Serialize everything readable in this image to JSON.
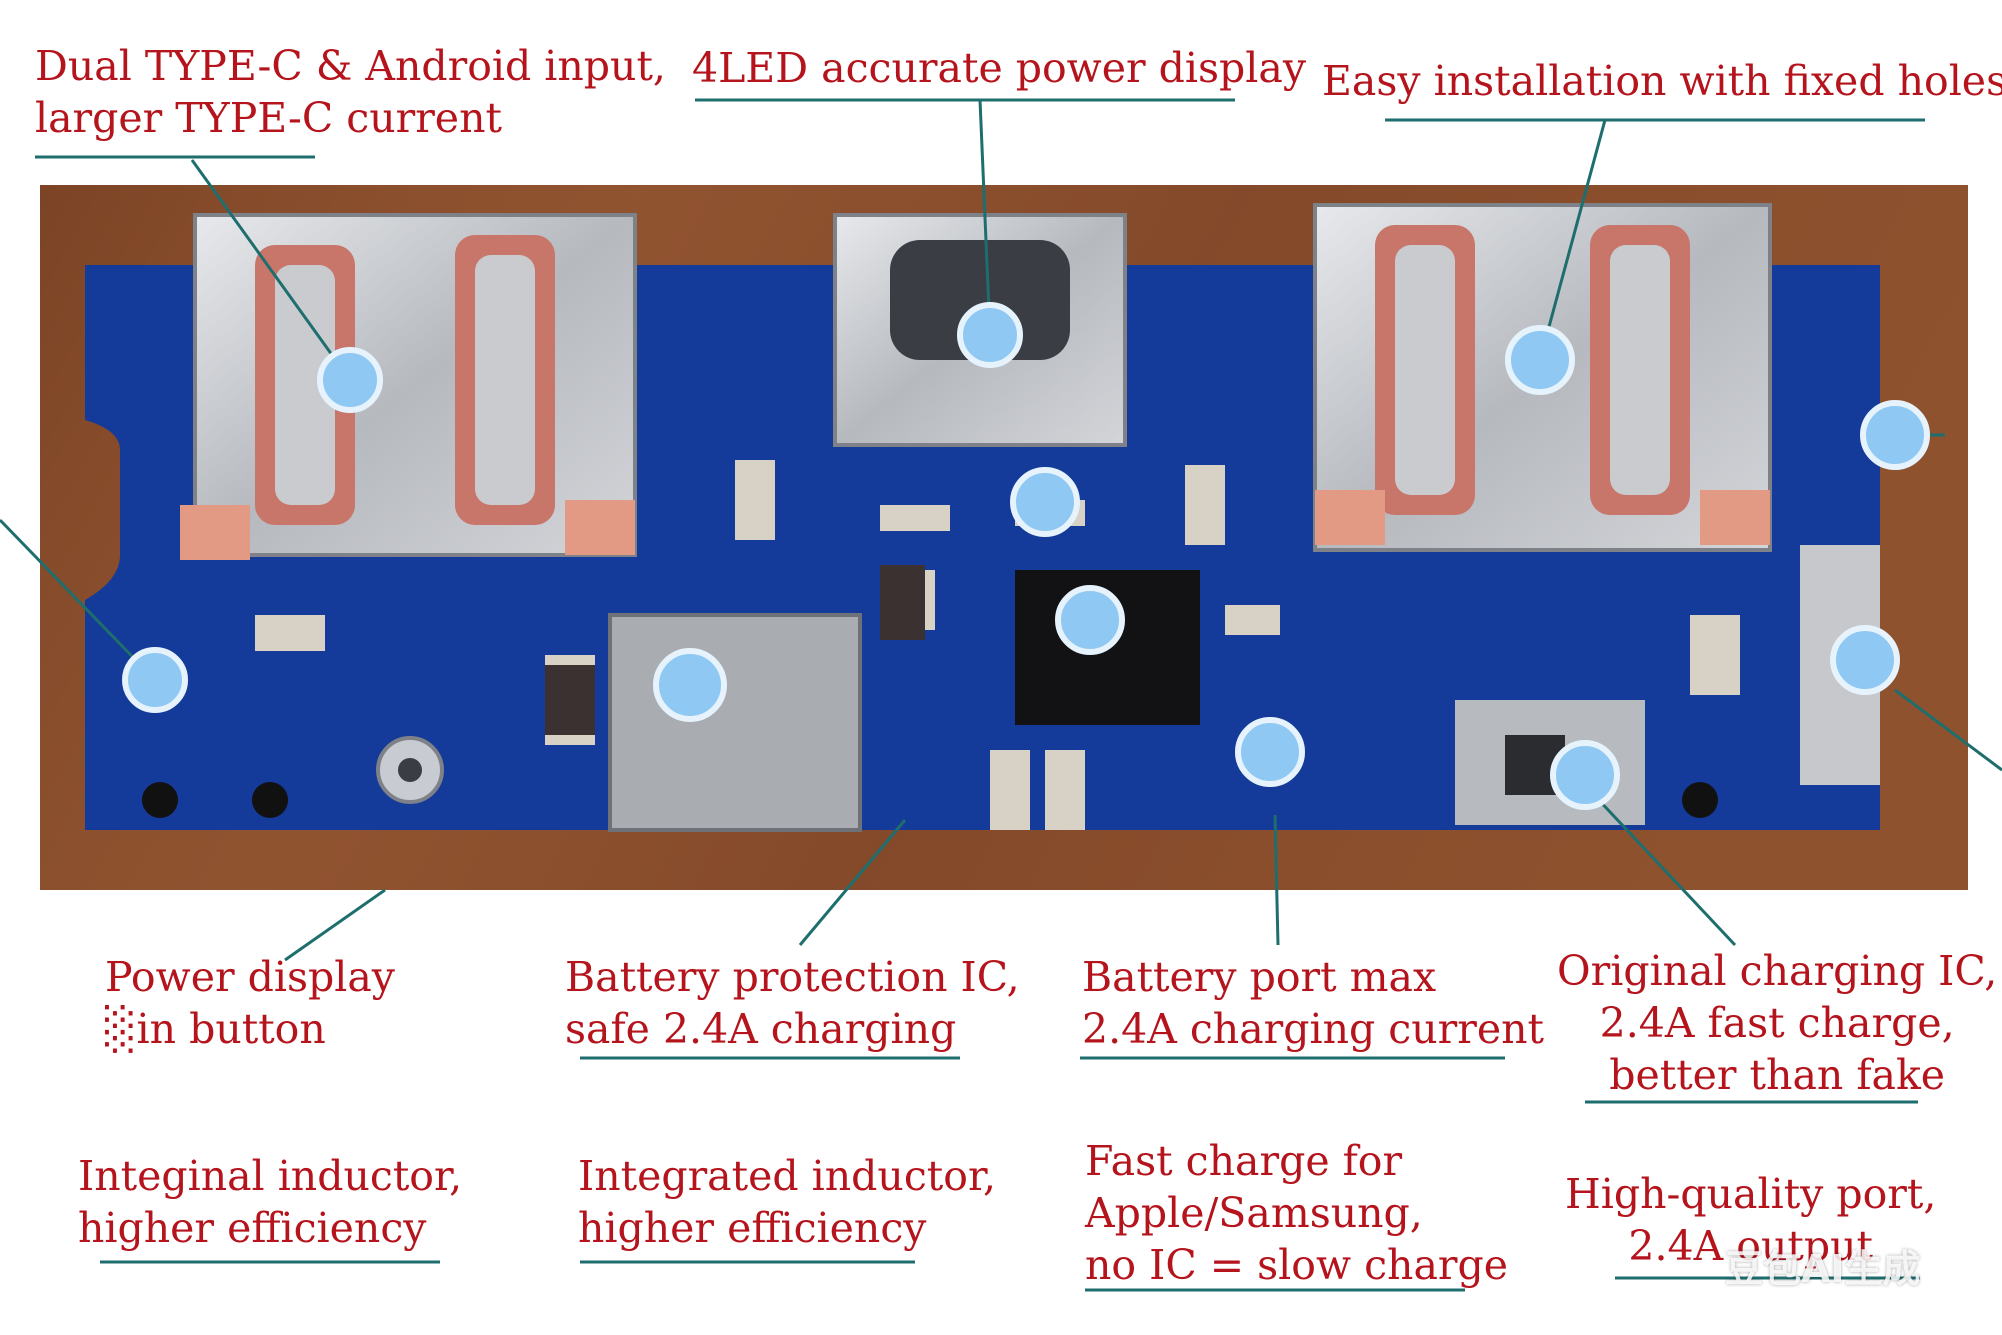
{
  "colors": {
    "label_text": "#b5141c",
    "leader_line": "#1f6e6e",
    "underline": "#1f6e6e",
    "pcb_blue": "#143a9a",
    "wood": "#8a4e2c",
    "marker": "#8fc8f2"
  },
  "callouts": {
    "dual_input": "Dual TYPE-C & Android input,\nlarger TYPE-C current",
    "led_display": "4LED accurate power display",
    "installation": "Easy installation with fixed holes",
    "power_display": "Power display\n░in button",
    "protection_ic": "Battery protection IC,\nsafe 2.4A charging",
    "battery_port": "Battery port max\n2.4A charging current",
    "charging_ic": "Original charging IC,\n2.4A fast charge,\nbetter than fake",
    "inductor_1": "Integinal inductor,\nhigher efficiency",
    "inductor_2": "Integrated inductor,\nhigher efficiency",
    "fast_charge": "Fast charge for\nApple/Samsung,\nno IC = slow charge",
    "hq_port": "High-quality port,\n2.4A output"
  },
  "watermark": "豆包AI生成"
}
